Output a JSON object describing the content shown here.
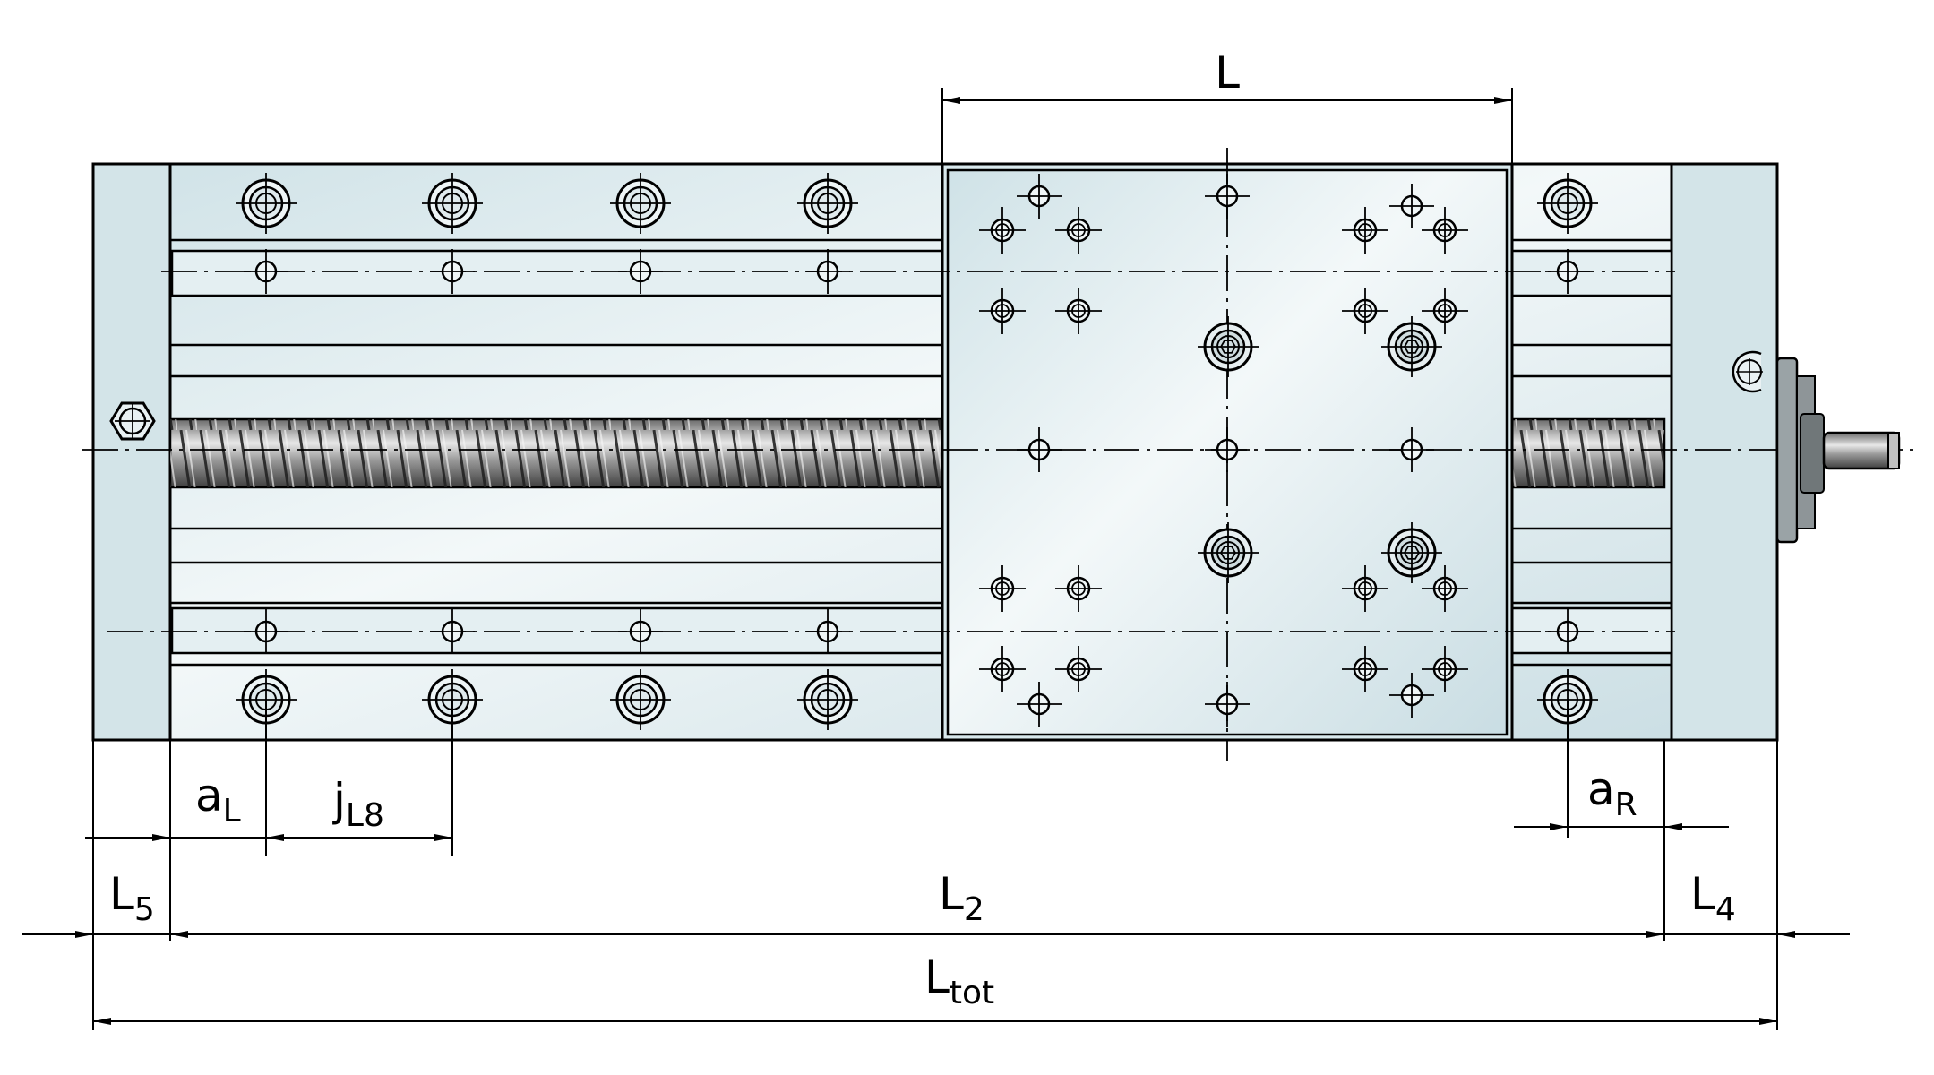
{
  "labels": {
    "L": "L",
    "aL_main": "a",
    "aL_sub": "L",
    "jL8_main": "j",
    "jL8_sub": "L8",
    "aR_main": "a",
    "aR_sub": "R",
    "L5_main": "L",
    "L5_sub": "5",
    "L2_main": "L",
    "L2_sub": "2",
    "L4_main": "L",
    "L4_sub": "4",
    "Ltot_main": "L",
    "Ltot_sub": "tot"
  },
  "colors": {
    "body_fill": "#d6e6ea",
    "body_light": "#f4f9fa",
    "line": "#000000",
    "screw_dark": "#555555",
    "screw_light": "#cfcfcf"
  }
}
